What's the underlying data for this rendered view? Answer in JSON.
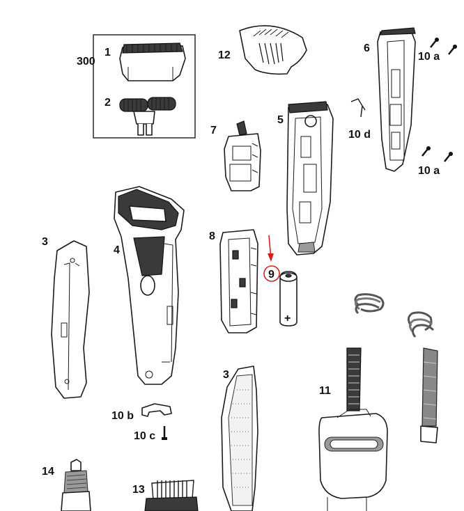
{
  "labels": {
    "l300": "300",
    "l1": "1",
    "l2": "2",
    "l3a": "3",
    "l3b": "3",
    "l4": "4",
    "l5": "5",
    "l6": "6",
    "l7": "7",
    "l8": "8",
    "l9": "9",
    "l10a_top": "10 a",
    "l10a_bottom": "10 a",
    "l10b": "10 b",
    "l10c": "10 c",
    "l10d": "10 d",
    "l11": "11",
    "l12": "12",
    "l13": "13",
    "l14": "14"
  },
  "battery_sign": "+",
  "highlight_color": "#d62020"
}
